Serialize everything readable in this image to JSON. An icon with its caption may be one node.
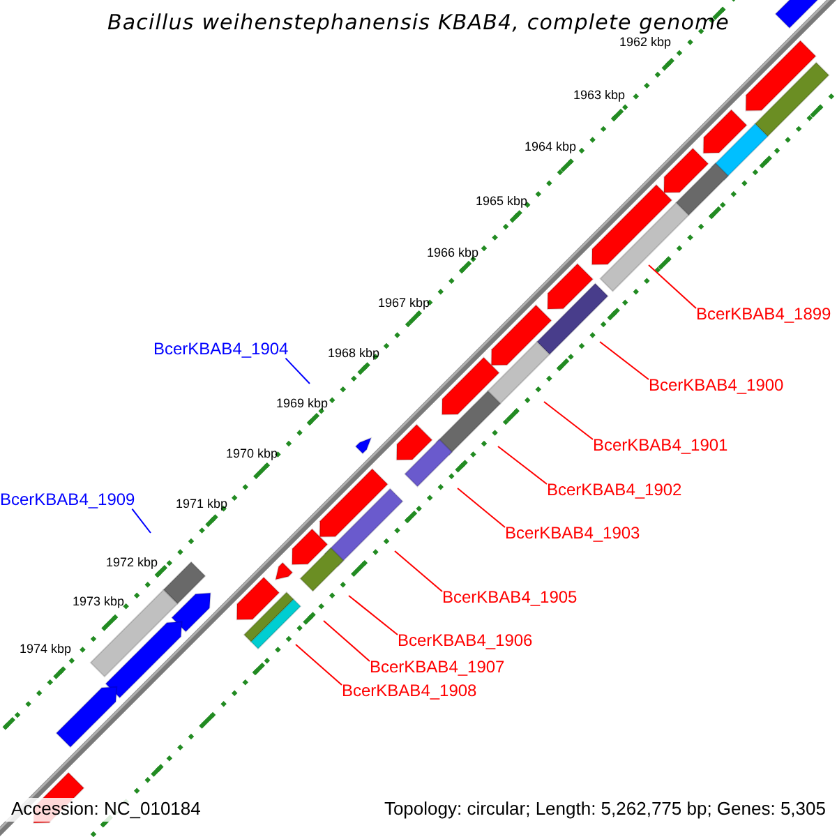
{
  "diagram": {
    "title": "Bacillus weihenstephanensis KBAB4, complete genome",
    "nodes": [
      {
        "text": [
          "BcerKBAB4_1899"
        ]
      },
      {
        "text": [
          "BcerKBAB4_1904"
        ]
      },
      {
        "text": [
          "BcerKBAB4_1900"
        ]
      },
      {
        "text": [
          "BcerKBAB4_1901"
        ]
      },
      {
        "text": [
          "BcerKBAB4_1902"
        ]
      },
      {
        "text": [
          "BcerKBAB4_1909"
        ]
      },
      {
        "text": [
          "BcerKBAB4_1903"
        ]
      },
      {
        "text": [
          "BcerKBAB4_1905"
        ]
      },
      {
        "text": [
          "BcerKBAB4_1906"
        ]
      },
      {
        "text": [
          "BcerKBAB4_1907"
        ]
      },
      {
        "text": [
          "BcerKBAB4_1908"
        ]
      }
    ],
    "edges": [
      {
        "from": 0,
        "to": null,
        "arrow": "none"
      },
      {
        "from": 1,
        "to": null,
        "arrow": "none",
        "color": "#0000ff"
      },
      {
        "from": 2,
        "to": null,
        "arrow": "none"
      },
      {
        "from": 3,
        "to": null,
        "arrow": "none"
      },
      {
        "from": 4,
        "to": null,
        "arrow": "none"
      },
      {
        "from": 5,
        "to": null,
        "arrow": "none",
        "color": "#0000ff"
      },
      {
        "from": 6,
        "to": null,
        "arrow": "none"
      },
      {
        "from": 7,
        "to": null,
        "arrow": "none"
      },
      {
        "from": 8,
        "to": null,
        "arrow": "none"
      },
      {
        "from": 9,
        "to": null,
        "arrow": "none"
      },
      {
        "from": 10,
        "to": null,
        "arrow": "none"
      }
    ],
    "labels": [
      "1962 kbp",
      "1963 kbp",
      "1964 kbp",
      "1965 kbp",
      "1966 kbp",
      "1967 kbp",
      "1968 kbp",
      "1969 kbp",
      "1970 kbp",
      "1971 kbp",
      "1972 kbp",
      "1973 kbp",
      "1974 kbp",
      "Accession: NC_010184",
      "Topology: circular; Length: 5,262,775 bp; Genes: 5,305"
    ]
  }
}
